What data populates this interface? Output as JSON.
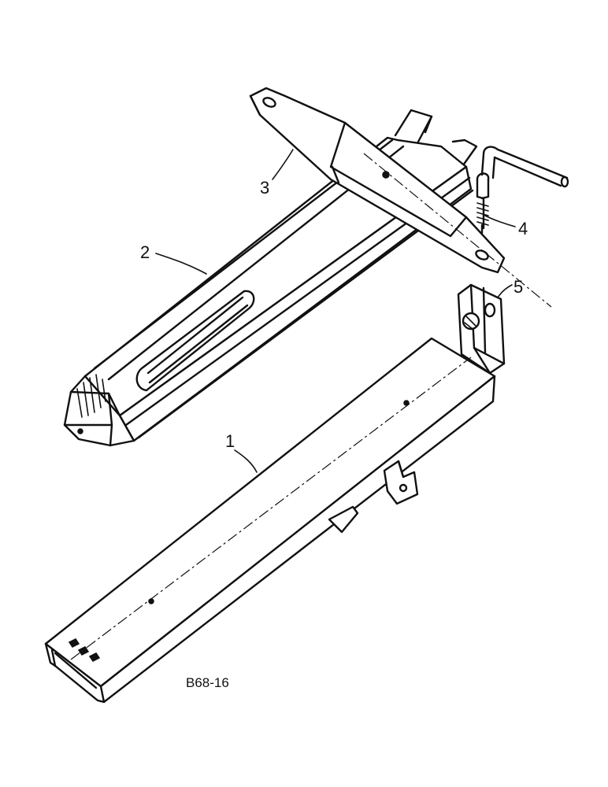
{
  "diagram": {
    "callouts": [
      {
        "id": "1",
        "label": "1"
      },
      {
        "id": "2",
        "label": "2"
      },
      {
        "id": "3",
        "label": "3"
      },
      {
        "id": "4",
        "label": "4"
      },
      {
        "id": "5",
        "label": "5"
      }
    ],
    "drawing_code": "B68-16",
    "line_color": "#111111",
    "background_color": "#ffffff"
  }
}
